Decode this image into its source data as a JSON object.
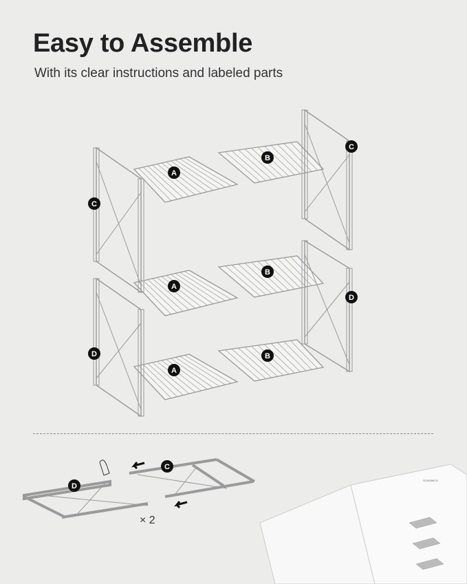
{
  "header": {
    "title": "Easy to Assemble",
    "subtitle": "With its clear instructions and labeled parts"
  },
  "diagram": {
    "part_labels": {
      "shelf_left": "A",
      "shelf_right": "B",
      "frame_top": "C",
      "frame_bottom": "D"
    },
    "quantity_note": "× 2",
    "manual_brand": "SONGMICS"
  },
  "colors": {
    "background": "#ececeb",
    "line": "#9a9a9a",
    "label_fill": "#111111"
  }
}
